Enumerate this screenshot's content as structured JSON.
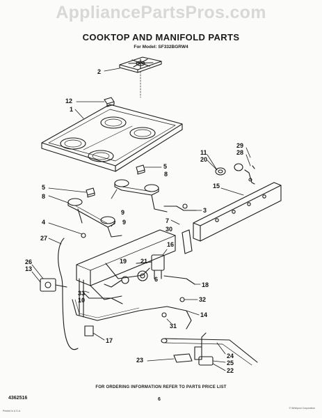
{
  "header": {
    "watermark": "AppliancePartsPros.com",
    "title": "COOKTOP AND MANIFOLD PARTS",
    "subtitle": "For Model: SF332BGRW4"
  },
  "callouts": [
    {
      "id": "c2",
      "text": "2"
    },
    {
      "id": "c12",
      "text": "12"
    },
    {
      "id": "c1",
      "text": "1"
    },
    {
      "id": "c5a",
      "text": "5"
    },
    {
      "id": "c8a",
      "text": "8"
    },
    {
      "id": "c5b",
      "text": "5"
    },
    {
      "id": "c9a",
      "text": "9"
    },
    {
      "id": "c8b",
      "text": "8"
    },
    {
      "id": "c9b",
      "text": "9"
    },
    {
      "id": "c4",
      "text": "4"
    },
    {
      "id": "c27",
      "text": "27"
    },
    {
      "id": "c26",
      "text": "26"
    },
    {
      "id": "c13",
      "text": "13"
    },
    {
      "id": "c11",
      "text": "11"
    },
    {
      "id": "c20",
      "text": "20"
    },
    {
      "id": "c29",
      "text": "29"
    },
    {
      "id": "c28",
      "text": "28"
    },
    {
      "id": "c15",
      "text": "15"
    },
    {
      "id": "c3",
      "text": "3"
    },
    {
      "id": "c7",
      "text": "7"
    },
    {
      "id": "c30",
      "text": "30"
    },
    {
      "id": "c16",
      "text": "16"
    },
    {
      "id": "c21",
      "text": "21"
    },
    {
      "id": "c19",
      "text": "19"
    },
    {
      "id": "c6",
      "text": "6"
    },
    {
      "id": "c18",
      "text": "18"
    },
    {
      "id": "c33",
      "text": "33"
    },
    {
      "id": "c10",
      "text": "10"
    },
    {
      "id": "c32",
      "text": "32"
    },
    {
      "id": "c14",
      "text": "14"
    },
    {
      "id": "c31",
      "text": "31"
    },
    {
      "id": "c17",
      "text": "17"
    },
    {
      "id": "c24",
      "text": "24"
    },
    {
      "id": "c23",
      "text": "23"
    },
    {
      "id": "c25",
      "text": "25"
    },
    {
      "id": "c22",
      "text": "22"
    }
  ],
  "footer": {
    "ordering_note": "FOR ORDERING INFORMATION REFER TO PARTS PRICE LIST",
    "doc_number": "4362516",
    "page_number": "6",
    "fine_print_left": "Printed in U.S.A.",
    "fine_print_right": "© Whirlpool Corporation"
  }
}
